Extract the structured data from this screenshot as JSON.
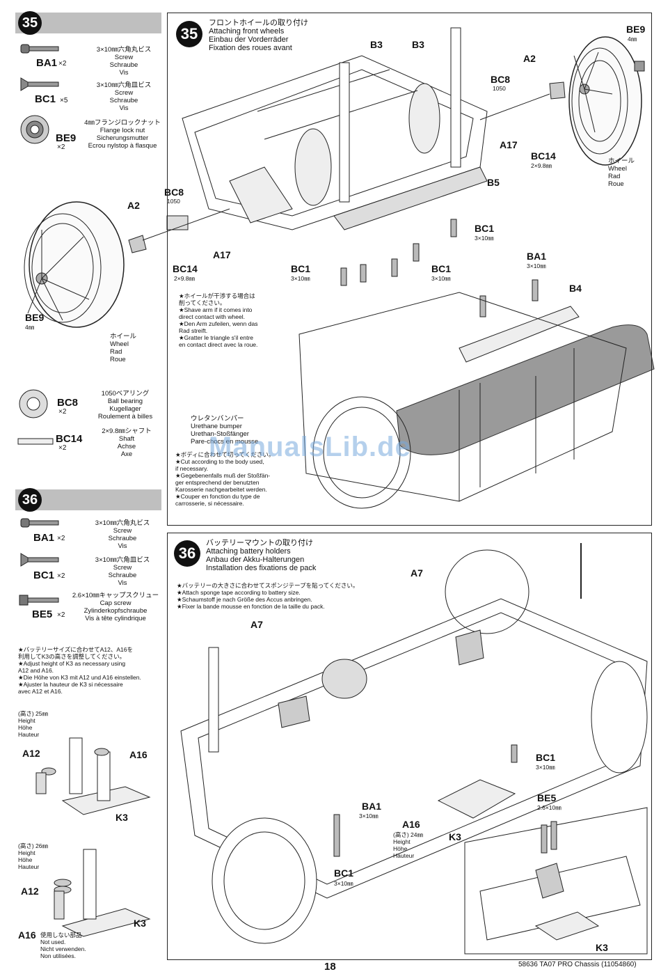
{
  "page_number": "18",
  "footer_code": "58636 TA07 PRO Chassis (11054860)",
  "watermark": "ManualsLib.de",
  "step35": {
    "number": "35",
    "parts": [
      {
        "code": "BA1",
        "qty": "×2",
        "desc": [
          "3×10㎜六角丸ビス",
          "Screw",
          "Schraube",
          "Vis"
        ]
      },
      {
        "code": "BC1",
        "qty": "×5",
        "desc": [
          "3×10㎜六角皿ビス",
          "Screw",
          "Schraube",
          "Vis"
        ]
      },
      {
        "code": "BE9",
        "qty": "×2",
        "desc": [
          "4㎜フランジロックナット",
          "Flange lock nut",
          "Sicherungsmutter",
          "Ecrou nylstop à flasque"
        ]
      },
      {
        "code": "BC8",
        "qty": "×2",
        "desc": [
          "1050ベアリング",
          "Ball bearing",
          "Kugellager",
          "Roulement à billes"
        ]
      },
      {
        "code": "BC14",
        "qty": "×2",
        "desc": [
          "2×9.8㎜シャフト",
          "Shaft",
          "Achse",
          "Axe"
        ]
      }
    ],
    "titles": [
      "フロントホイールの取り付け",
      "Attaching front wheels",
      "Einbau der Vorderräder",
      "Fixation des roues avant"
    ],
    "labels": {
      "b3a": "B3",
      "b3b": "B3",
      "be9": "BE9",
      "be9_size": "4㎜",
      "a2": "A2",
      "bc8": "BC8",
      "bc8_size": "1050",
      "a17": "A17",
      "bc14": "BC14",
      "bc14_size": "2×9.8㎜",
      "b5": "B5",
      "bc1": "BC1",
      "bc1_size": "3×10㎜",
      "ba1": "BA1",
      "ba1_size": "3×10㎜",
      "b4": "B4"
    },
    "wheel_label": [
      "ホイール",
      "Wheel",
      "Rad",
      "Roue"
    ],
    "shave_note": [
      "★ホイールが干渉する場合は",
      "削ってください。",
      "★Shave arm if it comes into",
      "direct contact with wheel.",
      "★Den Arm zufeilen, wenn das",
      "Rad streift.",
      "★Gratter le triangle s'il entre",
      "en contact direct avec la roue."
    ],
    "bumper_label": [
      "ウレタンバンパー",
      "Urethane bumper",
      "Urethan-Stoßfänger",
      "Pare-chocs en mousse"
    ],
    "bumper_note": [
      "★ボディに合わせて切ってください。",
      "★Cut according to the body used,",
      "if necessary.",
      "★Gegebenenfalls muß der Stoßfän-",
      "ger entsprechend der benutzten",
      "Karosserie nachgearbeitet werden.",
      "★Couper en fonction du type de",
      "carrosserie, si nécessaire."
    ]
  },
  "step36": {
    "number": "36",
    "parts": [
      {
        "code": "BA1",
        "qty": "×2",
        "desc": [
          "3×10㎜六角丸ビス",
          "Screw",
          "Schraube",
          "Vis"
        ]
      },
      {
        "code": "BC1",
        "qty": "×2",
        "desc": [
          "3×10㎜六角皿ビス",
          "Screw",
          "Schraube",
          "Vis"
        ]
      },
      {
        "code": "BE5",
        "qty": "×2",
        "desc": [
          "2.6×10㎜キャップスクリュー",
          "Cap screw",
          "Zylinderkopfschraube",
          "Vis à tête cylindrique"
        ]
      }
    ],
    "adjust_note": [
      "★バッテリーサイズに合わせてA12、A16を",
      "利用してK3の高さを調整してください。",
      "★Adjust height of K3 as necessary using",
      "A12 and A16.",
      "★Die Höhe von K3 mit A12 und A16 einstellen.",
      "★Ajuster la hauteur de K3 si nécessaire",
      "avec A12 et A16."
    ],
    "height25": [
      "(高さ) 25㎜",
      "Height",
      "Höhe",
      "Hauteur"
    ],
    "height26": [
      "(高さ) 26㎜",
      "Height",
      "Höhe",
      "Hauteur"
    ],
    "unused": [
      "使用しない部品",
      "Not used.",
      "Nicht verwenden.",
      "Non utilisées."
    ],
    "titles": [
      "バッテリーマウントの取り付け",
      "Attaching battery holders",
      "Anbau der Akku-Halterungen",
      "Installation des fixations de pack"
    ],
    "sponge_note": [
      "★バッテリーの大きさに合わせてスポンジテープを貼ってください。",
      "★Attach sponge tape according to battery size.",
      "★Schaumstoff je nach Größe des Accus anbringen.",
      "★Fixer la bande mousse en fonction de la taille du pack."
    ],
    "labels": {
      "a7a": "A7",
      "a7b": "A7",
      "bc1a": "BC1",
      "bc1b": "BC1",
      "ba1": "BA1",
      "a16": "A16",
      "k3": "K3",
      "be5": "BE5",
      "be5_size": "2.6×10㎜",
      "size310": "3×10㎜",
      "a12": "A12",
      "height24": [
        "(高さ) 24㎜",
        "Height",
        "Höhe",
        "Hauteur"
      ]
    }
  }
}
